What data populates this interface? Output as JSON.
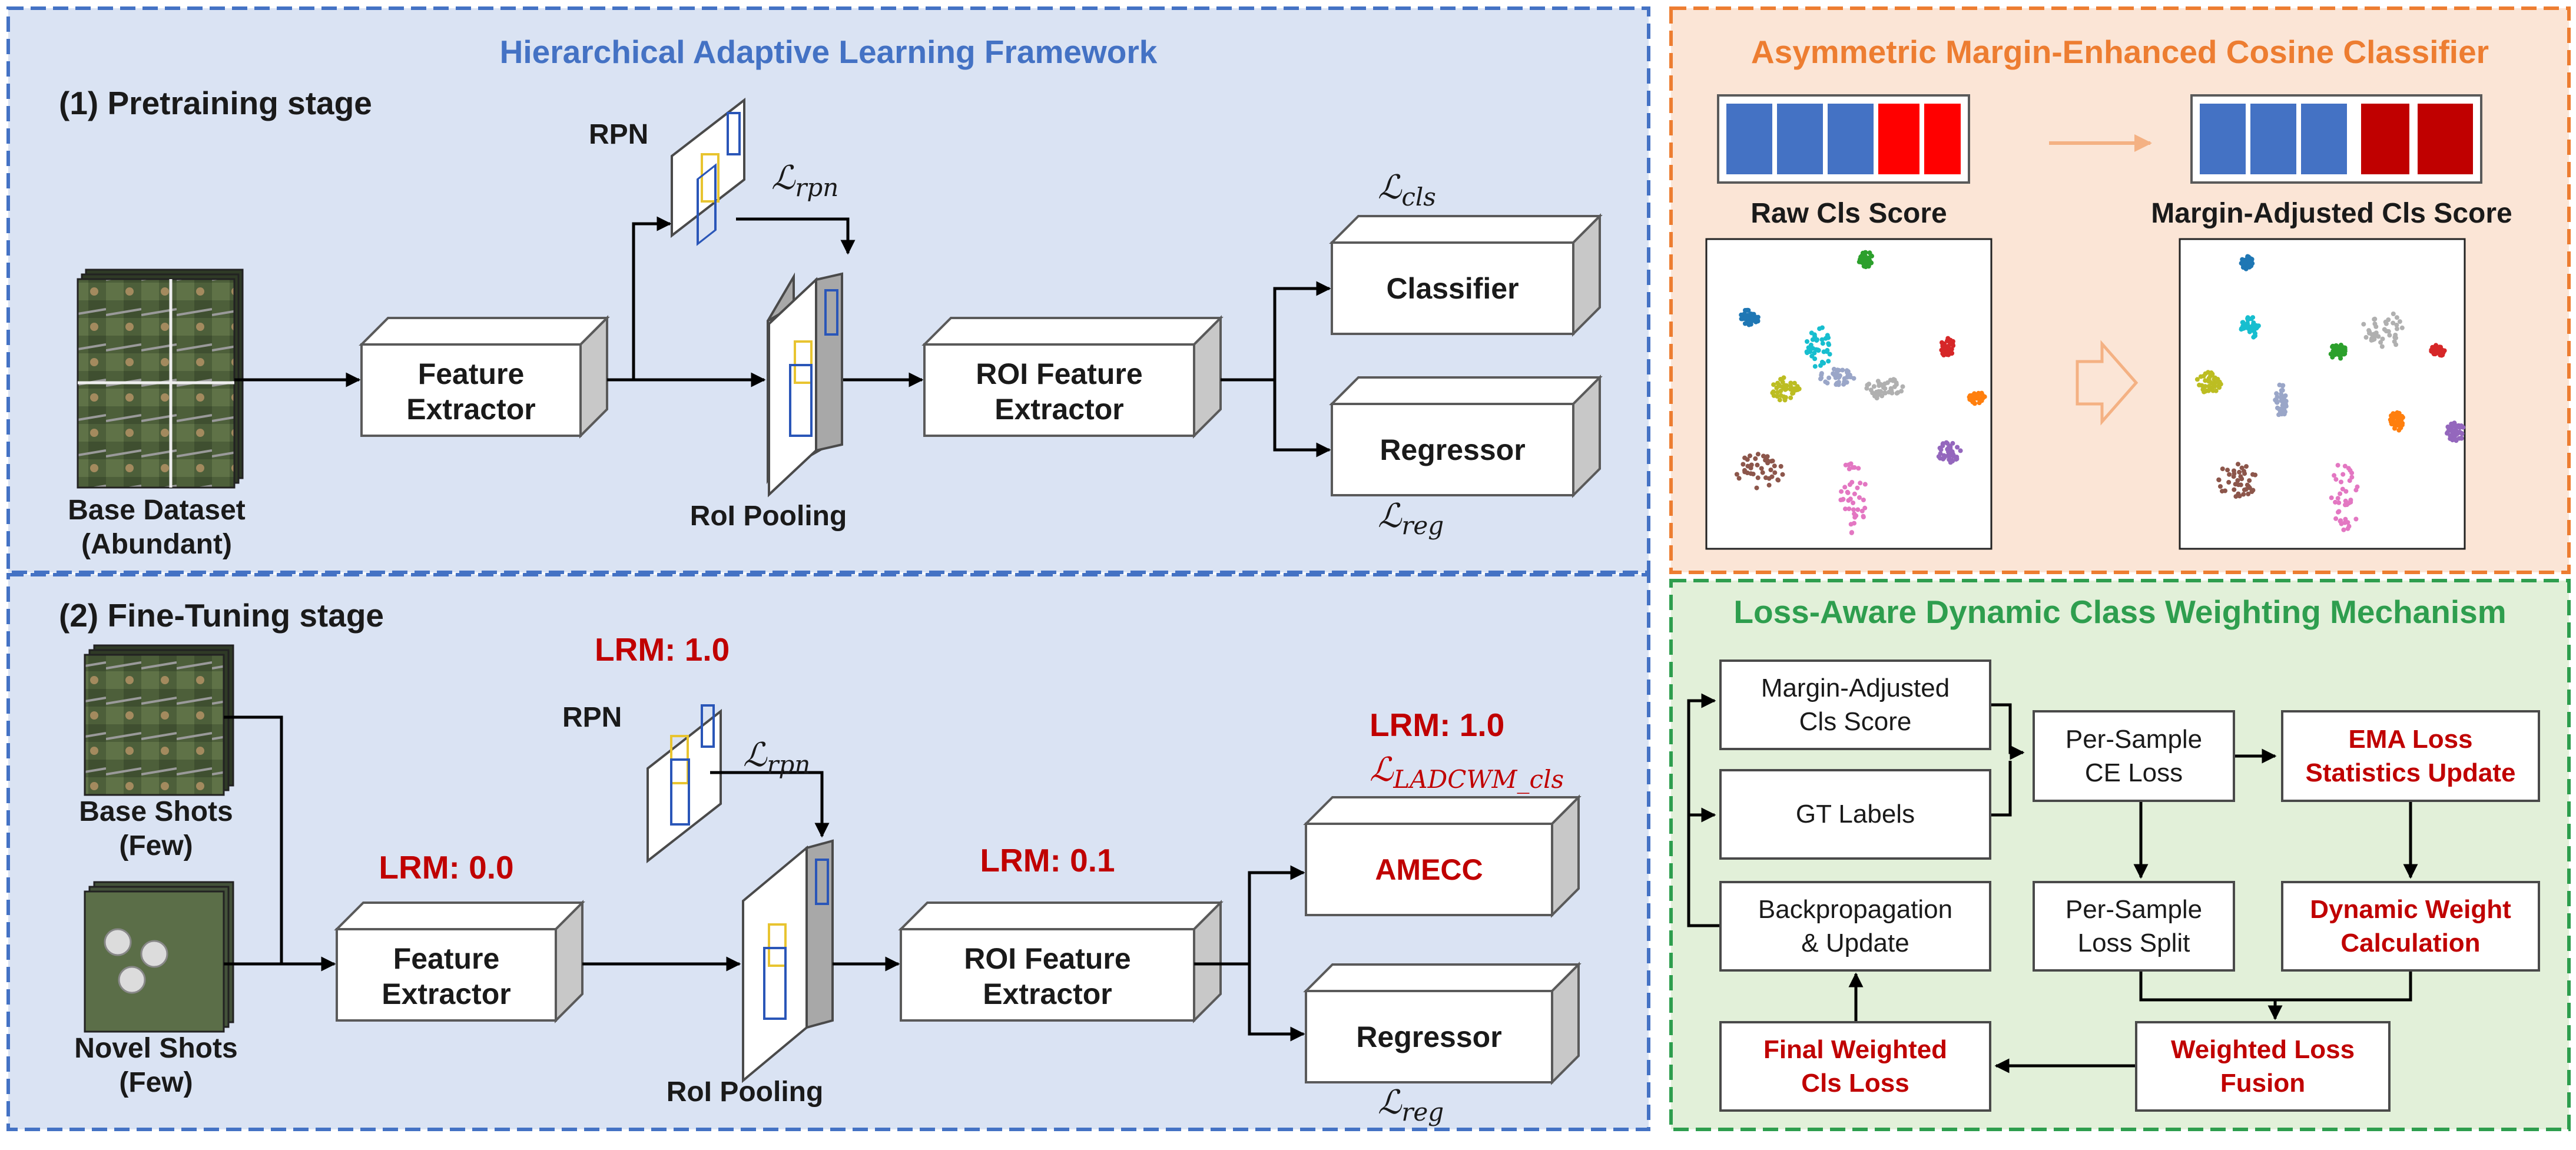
{
  "panels": {
    "framework_title": "Hierarchical Adaptive Learning Framework",
    "amecc_title": "Asymmetric Margin-Enhanced Cosine Classifier",
    "ladcwm_title": "Loss-Aware Dynamic Class Weighting Mechanism"
  },
  "pretrain": {
    "title": "(1) Pretraining stage",
    "dataset_line1": "Base Dataset",
    "dataset_line2": "(Abundant)",
    "feature_line1": "Feature",
    "feature_line2": "Extractor",
    "rpn": "RPN",
    "roi_pooling": "RoI Pooling",
    "roi_line1": "ROI Feature",
    "roi_line2": "Extractor",
    "classifier": "Classifier",
    "regressor": "Regressor",
    "loss_rpn_base": "ℒ",
    "loss_rpn_sub": "rpn",
    "loss_cls_base": "ℒ",
    "loss_cls_sub": "cls",
    "loss_reg_base": "ℒ",
    "loss_reg_sub": "reg"
  },
  "finetune": {
    "title": "(2) Fine-Tuning stage",
    "base_line1": "Base Shots",
    "base_line2": "(Few)",
    "novel_line1": "Novel Shots",
    "novel_line2": "(Few)",
    "feature_line1": "Feature",
    "feature_line2": "Extractor",
    "rpn": "RPN",
    "roi_pooling": "RoI Pooling",
    "roi_line1": "ROI Feature",
    "roi_line2": "Extractor",
    "amecc": "AMECC",
    "regressor": "Regressor",
    "lrm_rpn": "LRM: 1.0",
    "lrm_feature": "LRM: 0.0",
    "lrm_roi": "LRM: 0.1",
    "lrm_head": "LRM: 1.0",
    "loss_rpn_base": "ℒ",
    "loss_rpn_sub": "rpn",
    "loss_head_base": "ℒ",
    "loss_head_sub": "LADCWM_cls",
    "loss_reg_base": "ℒ",
    "loss_reg_sub": "reg"
  },
  "amecc": {
    "raw_label": "Raw Cls Score",
    "adjusted_label": "Margin-Adjusted Cls Score"
  },
  "ladcwm": {
    "margin_line1": "Margin-Adjusted",
    "margin_line2": "Cls Score",
    "gt_labels": "GT Labels",
    "backprop_line1": "Backpropagation",
    "backprop_line2": "& Update",
    "ce_line1": "Per-Sample",
    "ce_line2": "CE Loss",
    "split_line1": "Per-Sample",
    "split_line2": "Loss Split",
    "ema_line1": "EMA Loss",
    "ema_line2": "Statistics Update",
    "dyn_line1": "Dynamic Weight",
    "dyn_line2": "Calculation",
    "fusion_line1": "Weighted Loss",
    "fusion_line2": "Fusion",
    "final_line1": "Final Weighted",
    "final_line2": "Cls Loss"
  },
  "colors": {
    "framework_border": "#4472c4",
    "framework_fill": "#dae3f3",
    "framework_title": "#4472c4",
    "amecc_border": "#ed7d31",
    "amecc_fill": "#fbe5d6",
    "amecc_title": "#ed7d31",
    "ladcwm_border": "#2e9e4e",
    "ladcwm_fill": "#e2f0d9",
    "ladcwm_title": "#2e9e4e",
    "lrm_text": "#c00000",
    "score_blue": "#4472c4",
    "score_red": "#ff0000",
    "score_darkred": "#c00000"
  }
}
